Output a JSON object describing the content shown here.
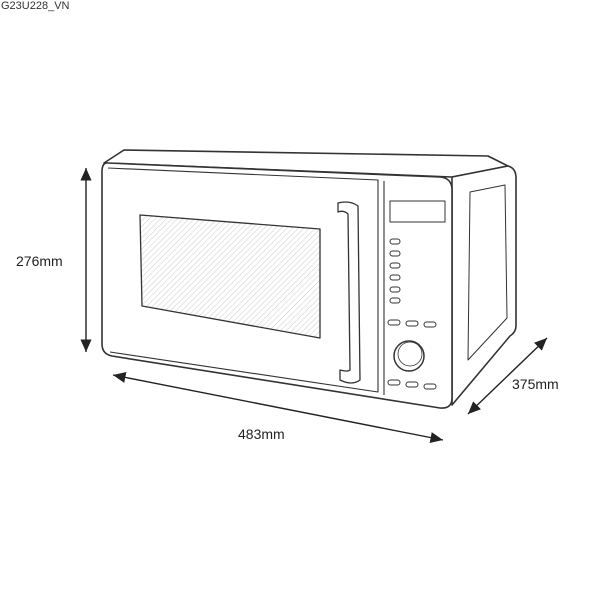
{
  "model_code": "G23U228_VN",
  "dimensions": {
    "height": "276mm",
    "width": "483mm",
    "depth": "375mm"
  }
}
